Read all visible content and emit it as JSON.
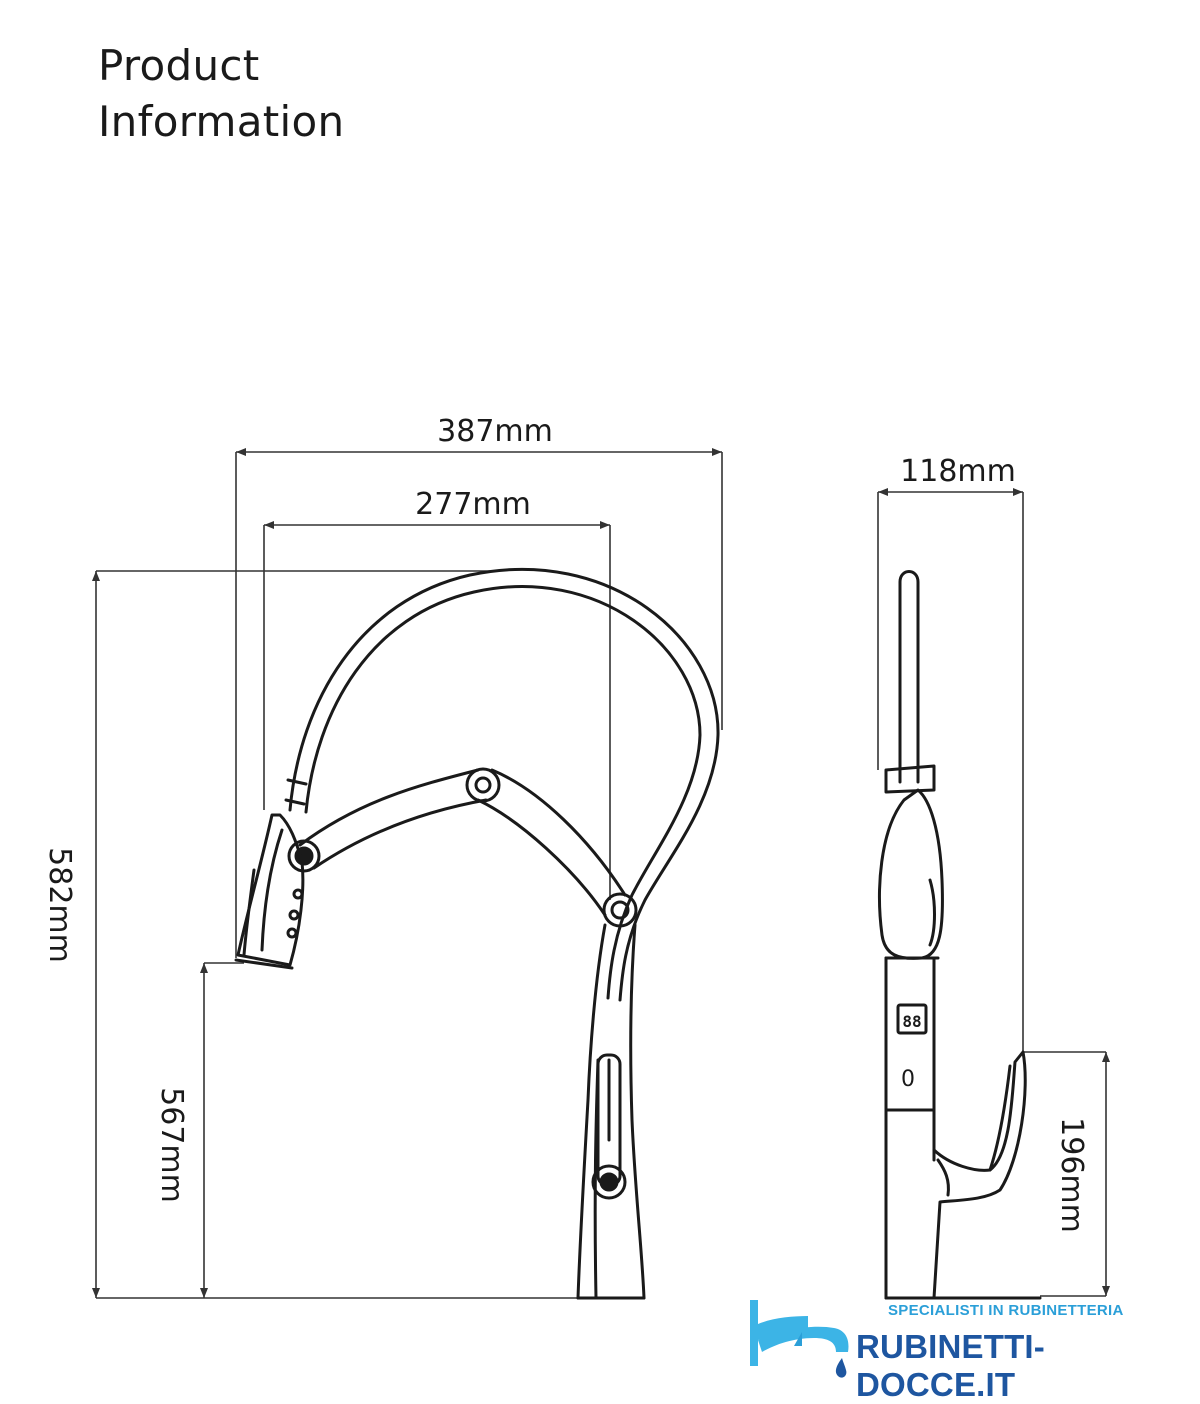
{
  "header": {
    "title_line1": "Product",
    "title_line2": "Information"
  },
  "dimensions": {
    "overall_width": "387mm",
    "spout_reach": "277mm",
    "overall_height": "582mm",
    "spout_height": "567mm",
    "side_depth": "118mm",
    "handle_height": "196mm"
  },
  "display_panel": {
    "digits": "88",
    "power_symbol": "0"
  },
  "logo": {
    "tagline": "SPECIALISTI IN RUBINETTERIA",
    "name": "RUBINETTI-DOCCE.IT",
    "colors": {
      "light": "#3cb4e6",
      "dark": "#1e56a0"
    }
  }
}
